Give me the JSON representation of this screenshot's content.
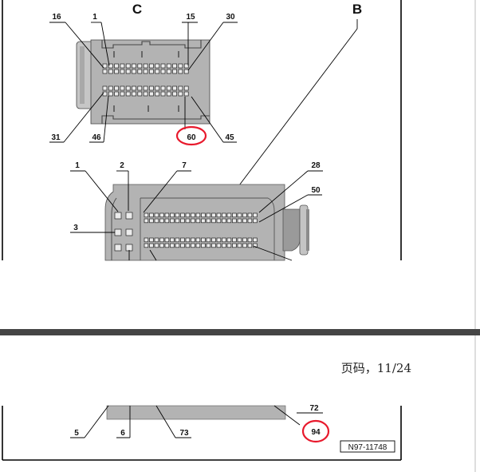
{
  "connector_c": {
    "name": "C",
    "pins": [
      "16",
      "1",
      "15",
      "30",
      "31",
      "46",
      "60",
      "45"
    ]
  },
  "connector_b": {
    "name": "B",
    "pins": [
      "1",
      "2",
      "7",
      "28",
      "50",
      "3",
      "72",
      "5",
      "6",
      "73",
      "94"
    ]
  },
  "page_indicator": "页码，11/24",
  "figure_id": "N97-11748",
  "colors": {
    "highlight": "#e8192c",
    "housing": "#b3b3b3",
    "separator": "#454545"
  }
}
